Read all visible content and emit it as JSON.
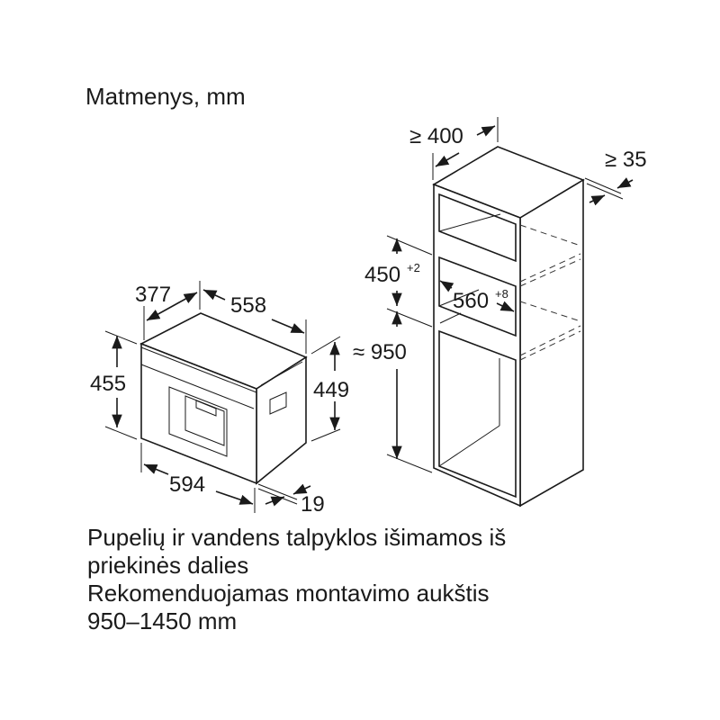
{
  "title": "Matmenys, mm",
  "appliance_dims": {
    "depth": "377",
    "width_top": "558",
    "height_front": "455",
    "height_side": "449",
    "width_front": "594",
    "panel": "19"
  },
  "cabinet_dims": {
    "depth": "≥ 400",
    "back_gap": "≥ 35",
    "niche_height": "450",
    "niche_height_tol": "+2",
    "niche_width": "560",
    "niche_width_tol": "+8",
    "install_height": "≈ 950"
  },
  "notes": [
    "Pupelių ir vandens talpyklos išimamos iš",
    "priekinės dalies",
    "Rekomenduojamas montavimo aukštis",
    "950–1450 mm"
  ]
}
